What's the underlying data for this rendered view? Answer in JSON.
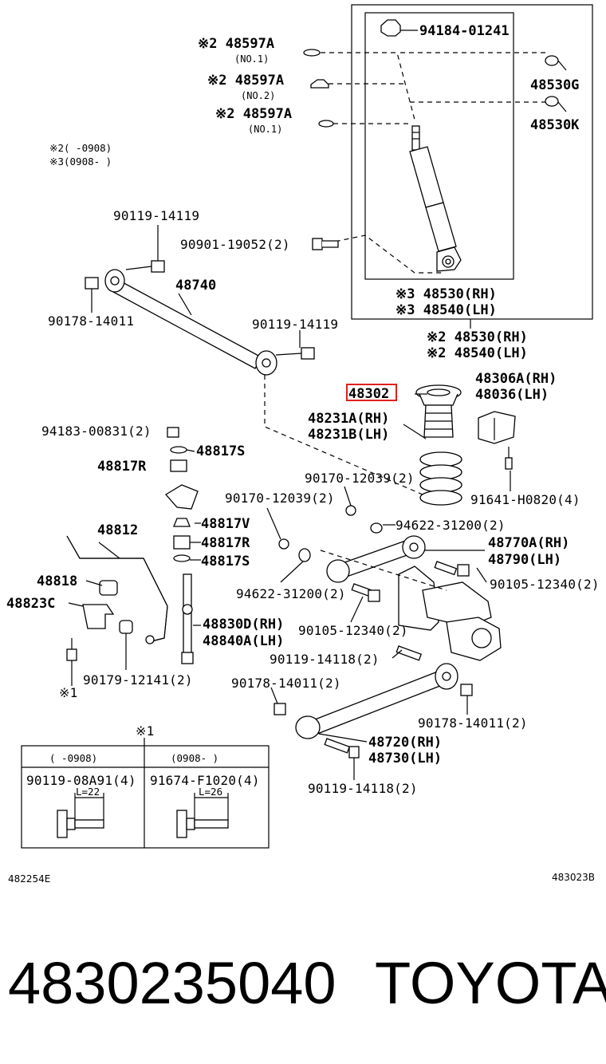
{
  "notes": {
    "n2": "※2(    -0908)",
    "n3": "※3(0908-    )",
    "star1_bolt": "※1",
    "star1_table": "※1"
  },
  "labels": {
    "l_94184": "94184-01241",
    "l_48597a_1": "※2 48597A",
    "l_48597a_1_sub": "(NO.1)",
    "l_48597a_2": "※2 48597A",
    "l_48597a_2_sub": "(NO.2)",
    "l_48597a_3": "※2 48597A",
    "l_48597a_3_sub": "(NO.1)",
    "l_48530g": "48530G",
    "l_48530k": "48530K",
    "l_90119_top": "90119-14119",
    "l_90901": "90901-19052(2)",
    "l_48740": "48740",
    "l_90178_left": "90178-14011",
    "l_90119_mid": "90119-14119",
    "l_48530_rh3": "※3 48530(RH)",
    "l_48540_lh3": "※3 48540(LH)",
    "l_48530_rh2": "※2 48530(RH)",
    "l_48540_lh2": "※2 48540(LH)",
    "l_48302": "48302",
    "l_48306a": "48306A(RH)",
    "l_48036": "48036(LH)",
    "l_48231a": "48231A(RH)",
    "l_48231b": "48231B(LH)",
    "l_94183": "94183-00831(2)",
    "l_48817s_top": "48817S",
    "l_48817r_top": "48817R",
    "l_90170_a": "90170-12039(2)",
    "l_90170_b": "90170-12039(2)",
    "l_91641": "91641-H0820(4)",
    "l_48812": "48812",
    "l_48817v": "48817V",
    "l_48817r_b": "48817R",
    "l_48817s_b": "48817S",
    "l_94622_a": "94622-31200(2)",
    "l_48770a": "48770A(RH)",
    "l_48790": "48790(LH)",
    "l_48818": "48818",
    "l_48823c": "48823C",
    "l_94622_b": "94622-31200(2)",
    "l_90105_a": "90105-12340(2)",
    "l_90105_b": "90105-12340(2)",
    "l_48830d": "48830D(RH)",
    "l_48840a": "48840A(LH)",
    "l_90119_14118_a": "90119-14118(2)",
    "l_90179": "90179-12141(2)",
    "l_90178_mid": "90178-14011(2)",
    "l_90178_right": "90178-14011(2)",
    "l_48720": "48720(RH)",
    "l_48730": "48730(LH)",
    "l_90119_14118_b": "90119-14118(2)",
    "l_star1_left": "※1"
  },
  "table": {
    "col1_head": "(    -0908)",
    "col2_head": "(0908-    )",
    "col1_part": "90119-08A91(4)",
    "col2_part": "91674-F1020(4)",
    "col1_len": "L=22",
    "col2_len": "L=26"
  },
  "footer": {
    "code_left": "482254E",
    "code_right": "483023B",
    "part_number": "4830235040",
    "brand": "TOYOTA"
  },
  "highlight": {
    "color": "#e02020",
    "target": "48302"
  }
}
